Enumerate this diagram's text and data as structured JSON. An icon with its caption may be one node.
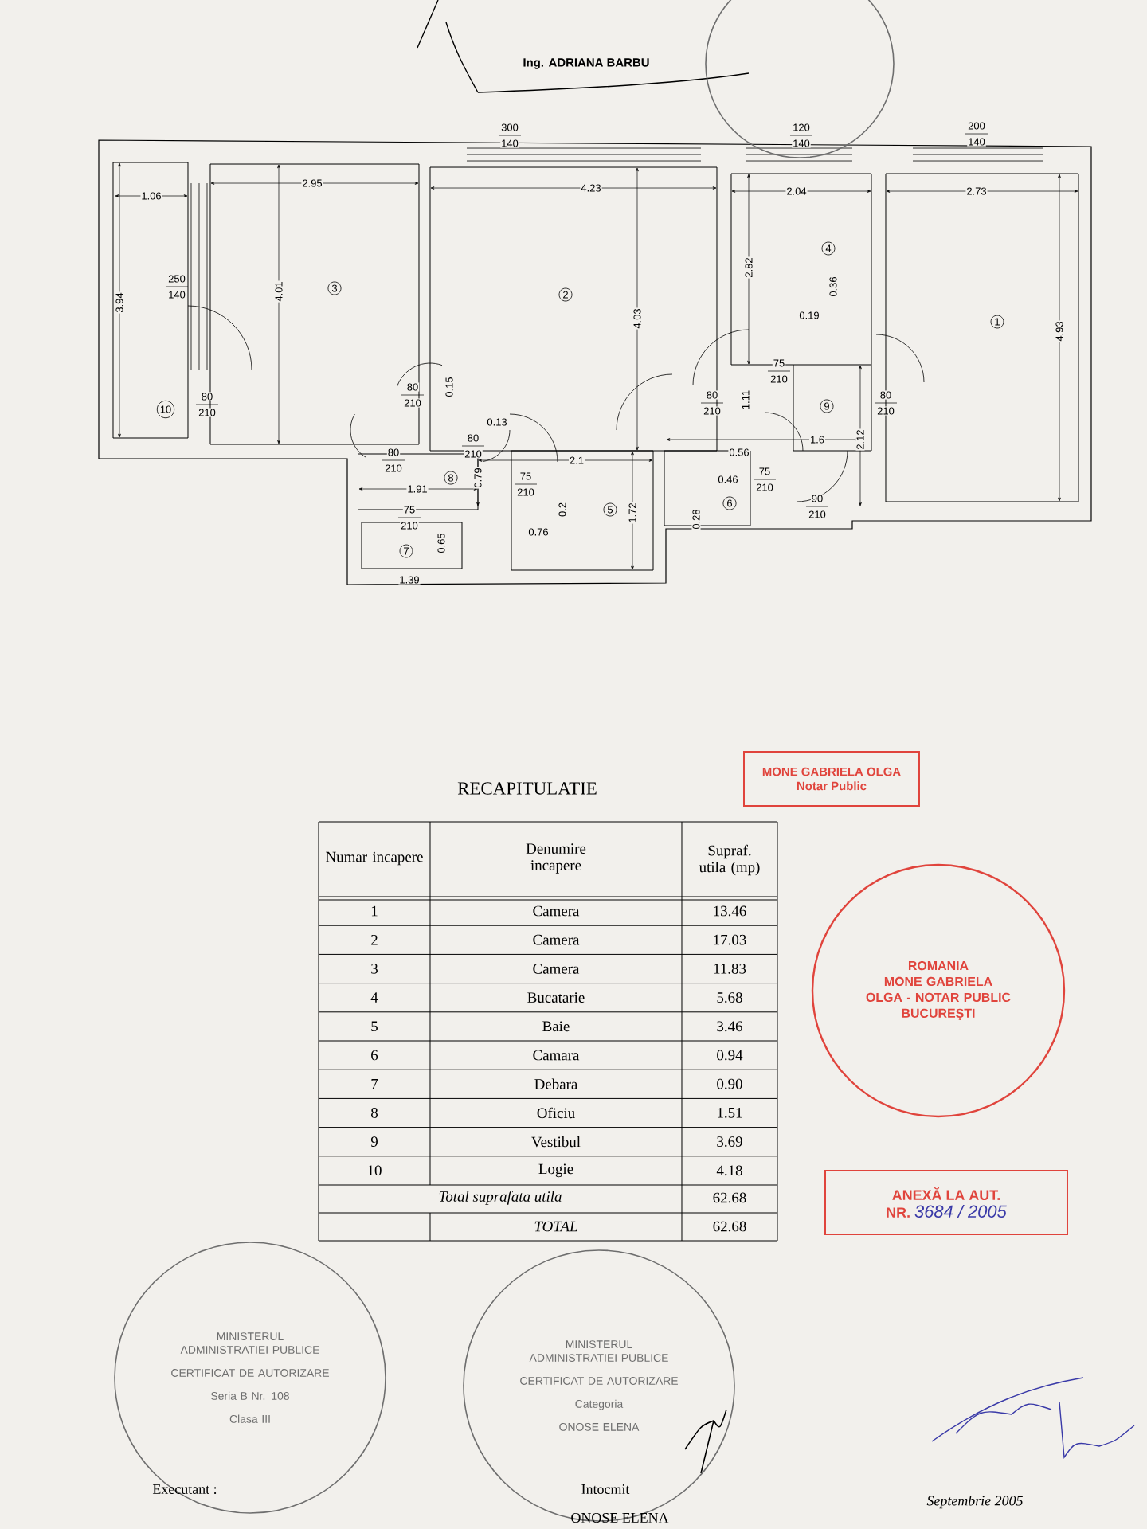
{
  "diagram": {
    "nodes": [
      {
        "text": [
          "MONE GABRIELA OLGA",
          "Notar Public"
        ]
      },
      {
        "text": [
          "ROMANIA",
          "MONE GABRIELA OLGA - NOTAR PUBLIC",
          "BUCUREŞTI"
        ]
      },
      {
        "text": [
          "ANEXĂ LA AUT.",
          "NR.",
          "3684 / 2005"
        ]
      },
      {
        "text": [
          "MINISTERUL ADMINISTRATIEI PUBLICE",
          "CERTIFICAT DE AUTORIZARE",
          "Seria B Nr. 108",
          "Clasa III"
        ]
      },
      {
        "text": [
          "MINISTERUL ADMINISTRATIEI PUBLICE",
          "CERTIFICAT DE AUTORIZARE",
          "Categoria",
          "ONOSE ELENA"
        ]
      },
      {
        "text": [],
        "shape": "circle"
      }
    ],
    "edges": [],
    "labels": [
      "Ing. ADRIANA BARBU",
      "300",
      "140",
      "120",
      "140",
      "200",
      "140",
      "1.06",
      "2.95",
      "4.23",
      "2.04",
      "2.73",
      "3.94",
      "250",
      "140",
      "4.01",
      "3",
      "2",
      "4.03",
      "2.82",
      "4",
      "0.36",
      "0.19",
      "1",
      "4.93",
      "80",
      "210",
      "10",
      "80",
      "210",
      "0.15",
      "80",
      "210",
      "0.13",
      "80",
      "210",
      "8",
      "0.79",
      "1.91",
      "75",
      "210",
      "2.1",
      "75",
      "210",
      "80",
      "210",
      "1.11",
      "9",
      "80",
      "210",
      "1.6",
      "0.56",
      "2.12",
      "0.46",
      "75",
      "210",
      "6",
      "0.28",
      "90",
      "210",
      "75",
      "210",
      "7",
      "0.65",
      "0.76",
      "0.2",
      "5",
      "1.72",
      "1.39",
      "RECAPITULATIE",
      "Numar incapere",
      "Denumire incapere",
      "Supraf. utila (mp)",
      "1",
      "Camera",
      "13.46",
      "2",
      "Camera",
      "17.03",
      "3",
      "Camera",
      "11.83",
      "4",
      "Bucatarie",
      "5.68",
      "5",
      "Baie",
      "3.46",
      "6",
      "Camara",
      "0.94",
      "7",
      "Debara",
      "0.90",
      "8",
      "Oficiu",
      "1.51",
      "9",
      "Vestibul",
      "3.69",
      "10",
      "Logie",
      "4.18",
      "Total suprafata utila",
      "62.68",
      "TOTAL",
      "62.68",
      "Executant :",
      "Intocmit",
      "ONOSE ELENA",
      "Septembrie 2005"
    ]
  }
}
